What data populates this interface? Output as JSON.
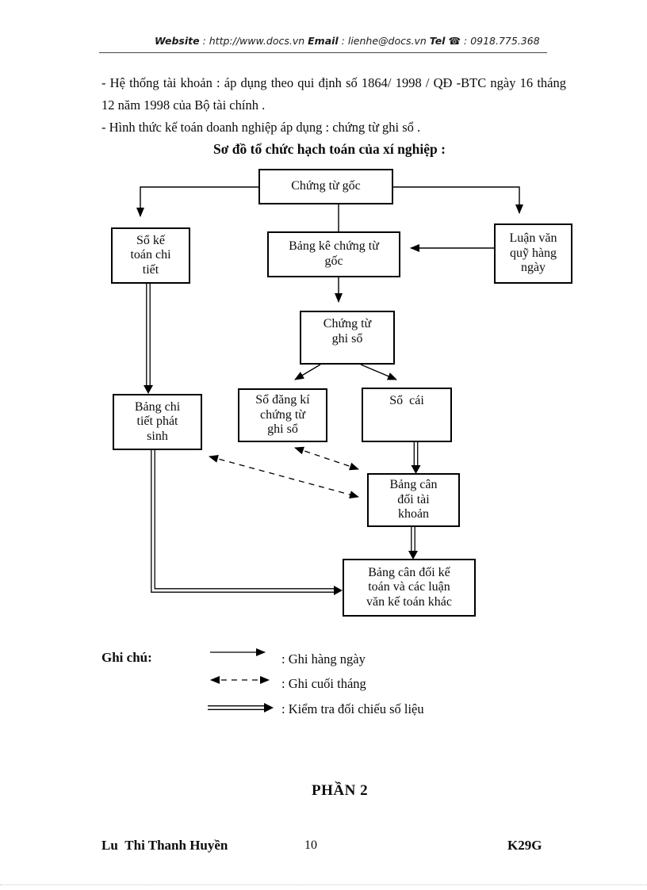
{
  "header": {
    "website_label": "Website",
    "website_value": " : http://www.docs.vn  ",
    "email_label": "Email",
    "email_value": "  : lienhe@docs.vn   ",
    "tel_label": "Tel",
    "phone_icon": "☎",
    "tel_value": " : 0918.775.368"
  },
  "body": {
    "paragraph_1": "- Hệ thống tài khoản : áp dụng theo qui định số 1864/ 1998 / QĐ -BTC ngày 16 tháng 12 năm 1998 của Bộ tài chính .",
    "paragraph_2": "- Hình thức kế toán doanh nghiệp áp dụng : chứng từ ghi sổ ."
  },
  "diagram": {
    "title": "Sơ đồ tổ chức hạch toán của xí nghiệp :",
    "boxes": {
      "chung_tu_goc": "Chứng từ gốc",
      "so_ke_toan_chi_tiet": "Sổ kế\ntoán chi\ntiết",
      "bang_ke_chung_tu_goc": "Bảng kê chứng từ\ngốc",
      "luan_van_quy_hang_ngay": "Luận văn\nquỹ hàng\nngày",
      "chung_tu_ghi_so": "Chứng từ\nghi sổ",
      "so_dang_ki_chung_tu_ghi_so": "Sổ đăng kí\nchứng từ\nghi sổ",
      "so_cai": "Sổ  cái",
      "bang_chi_tiet_phat_sinh": "Bảng chi\ntiết phát\nsinh",
      "bang_can_doi_tai_khoan": "Bảng cân\nđối tài\nkhoản",
      "bang_can_doi_ke_toan": "Bảng cân đối kế\ntoán và các luận\nvăn kế toán khác"
    }
  },
  "legend": {
    "label": "Ghi chú:",
    "items": [
      {
        "arrow": "solid-arrow",
        "text": ": Ghi hàng ngày"
      },
      {
        "arrow": "dashed-double-arrow",
        "text": ": Ghi cuối tháng"
      },
      {
        "arrow": "double-line-arrow",
        "text": ": Kiểm tra đối chiếu số liệu"
      }
    ]
  },
  "section_title": "PHẦN 2",
  "footer": {
    "author": "Lu  Thi Thanh Huyền",
    "page_number": "10",
    "class_code": "K29G"
  }
}
